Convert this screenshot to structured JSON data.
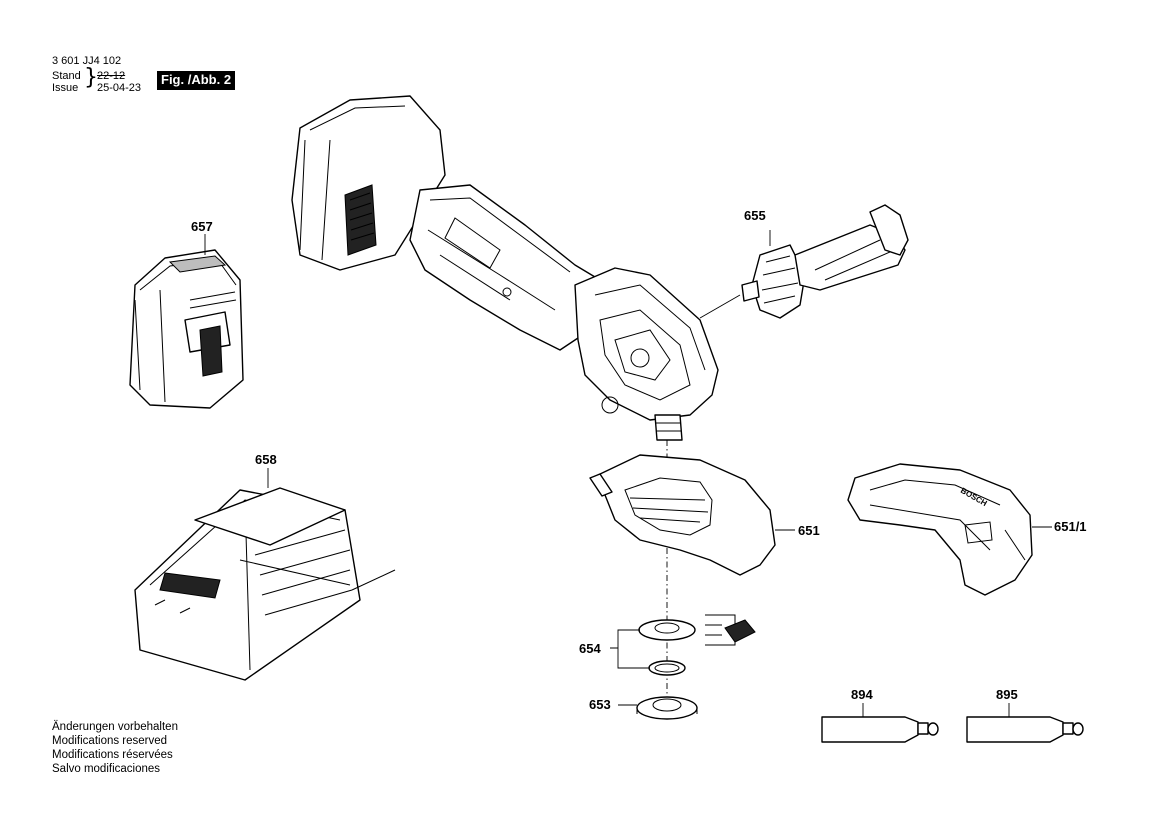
{
  "header": {
    "doc_number": "3 601 JJ4 102",
    "stand_label": "Stand",
    "issue_label": "Issue",
    "stand_value": "22-12",
    "issue_value": "25-04-23",
    "figure_label": "Fig. /Abb. 2"
  },
  "parts": {
    "p651": "651",
    "p651_1": "651/1",
    "p653": "653",
    "p654": "654",
    "p655": "655",
    "p657": "657",
    "p658": "658",
    "p894": "894",
    "p895": "895"
  },
  "notes": {
    "line1": "Änderungen vorbehalten",
    "line2": "Modifications reserved",
    "line3": "Modifications réservées",
    "line4": "Salvo modificaciones"
  },
  "guard_logo": "BOSCH",
  "colors": {
    "ink": "#000000",
    "paper": "#ffffff",
    "shade": "#bdbdbd"
  }
}
